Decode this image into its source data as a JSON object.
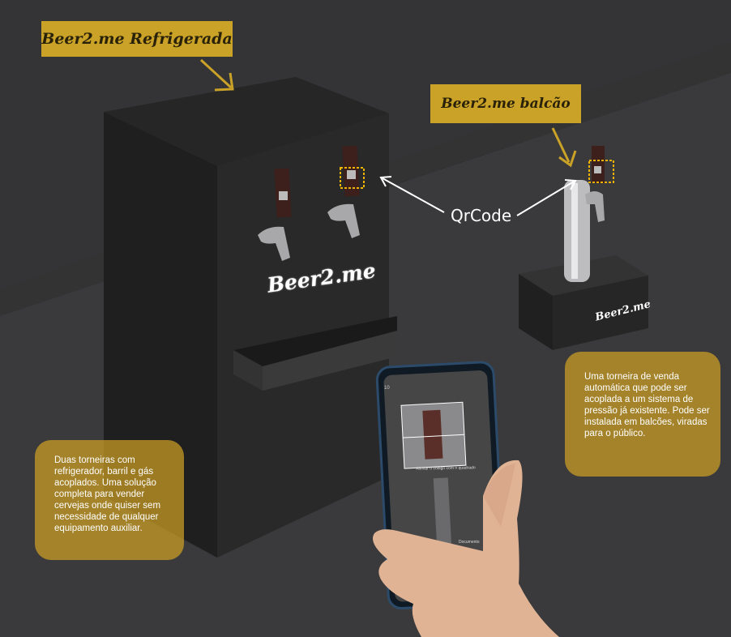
{
  "labels": {
    "fridge_title": "Beer2.me Refrigerada",
    "counter_title": "Beer2.me balcão",
    "qrcode": "QrCode"
  },
  "branding": {
    "fridge_logo": "Beer2.me",
    "counter_logo": "Beer2.me"
  },
  "descriptions": {
    "fridge": "Duas torneiras com refrigerador, barril e gás acoplados. Uma solução completa para vender cervejas onde quiser sem necessidade de qualquer equipamento auxiliar.",
    "counter": "Uma torneira de venda automática que pode ser acoplada a um sistema de pressão já existente. Pode ser instalada em balcões, viradas para o público."
  },
  "phone": {
    "status": "10",
    "scan_hint": "Alinhar o código com o quadrado",
    "doc_label": "Documento"
  },
  "colors": {
    "accent": "#c9a227",
    "background": "#2a2a2b",
    "highlight": "#f0b400"
  }
}
